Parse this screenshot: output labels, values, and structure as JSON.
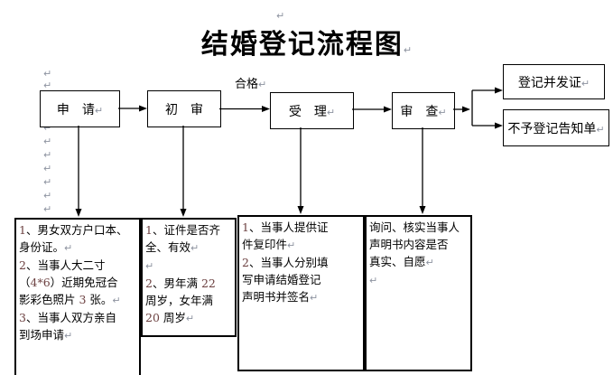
{
  "page": {
    "title_lines": [
      "结婚登记流程图↵"
    ]
  },
  "marks": {
    "glyph": "↵"
  },
  "flow": {
    "qualified_label_lines": [
      "合格↵"
    ],
    "steps": [
      {
        "id": "apply",
        "lines": [
          "申　请↵"
        ]
      },
      {
        "id": "initial-review",
        "lines": [
          "初　审"
        ]
      },
      {
        "id": "accept",
        "lines": [
          "受　理↵"
        ]
      },
      {
        "id": "review",
        "lines": [
          "审　查↵"
        ]
      }
    ],
    "outcomes": [
      {
        "id": "register",
        "lines": [
          "登记并发证↵"
        ]
      },
      {
        "id": "notice",
        "lines": [
          "不予登记告知单↵"
        ]
      }
    ]
  },
  "details": {
    "apply": {
      "lines": [
        "1、男女双方户口本、",
        "身份证。↵",
        "2、当事人大二寸",
        "（4*6）近期免冠合",
        "影彩色照片 3 张。↵",
        "3、当事人双方亲自",
        "到场申请↵"
      ]
    },
    "initial_review": {
      "lines": [
        "1、证件是否齐",
        "全、有效↵",
        "↵",
        "2、男年满 22",
        "周岁，女年满",
        "20 周岁↵"
      ]
    },
    "accept": {
      "lines": [
        "1、当事人提供证",
        "件复印件↵",
        "2、当事人分别填",
        "写申请结婚登记",
        "声明书并签名↵"
      ]
    },
    "review": {
      "lines": [
        "询问、核实当事人",
        "声明书内容是否",
        "真实、自愿↵",
        "↵"
      ]
    }
  }
}
